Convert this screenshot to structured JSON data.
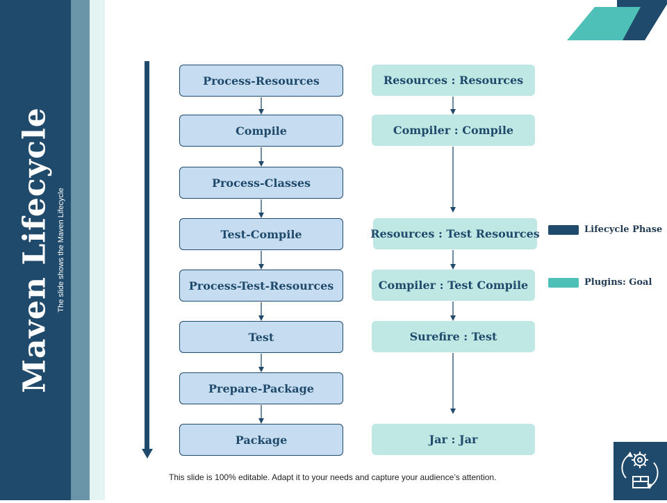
{
  "slide": {
    "title": "Maven Lifecycle",
    "subtitle": "The slide shows the Maven Lifecycle",
    "footer": "This slide is 100% editable. Adapt it to your needs and capture your audience’s attention."
  },
  "lifecycle_phases": [
    "Process-Resources",
    "Compile",
    "Process-Classes",
    "Test-Compile",
    "Process-Test-Resources",
    "Test",
    "Prepare-Package",
    "Package"
  ],
  "plugin_goals": [
    "Resources : Resources",
    "Compiler : Compile",
    "Resources : Test Resources",
    "Compiler : Test Compile",
    "Surefire : Test",
    "Jar : Jar"
  ],
  "legend": [
    {
      "label": "Lifecycle Phase",
      "color": "#1f4a6b"
    },
    {
      "label": "Plugins: Goal",
      "color": "#4fc0b8"
    }
  ],
  "colors": {
    "dark_blue": "#1f4a6b",
    "phase_fill": "#c6dcf0",
    "plugin_fill": "#bfe7e4",
    "accent_teal": "#4fc0b8"
  },
  "icons": {
    "corner": "parallelogram-decoration-icon",
    "bottom_right": "gear-cycle-package-icon"
  }
}
